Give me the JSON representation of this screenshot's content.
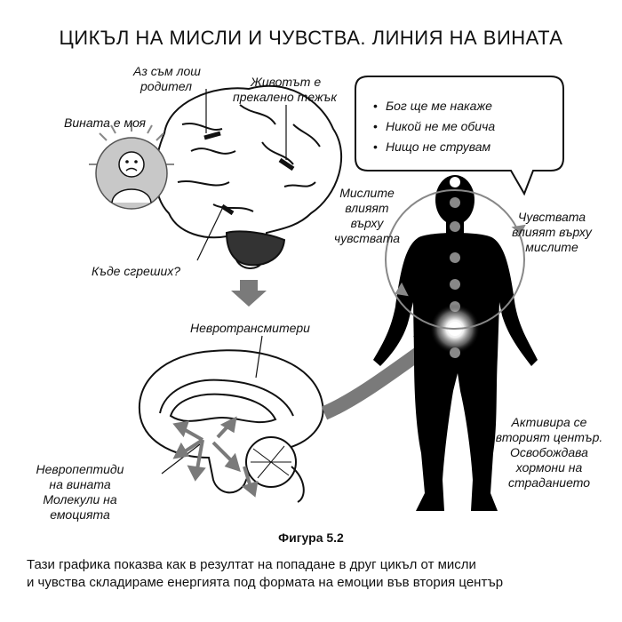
{
  "title": "ЦИКЪЛ НА МИСЛИ И ЧУВСТВА. ЛИНИЯ НА ВИНАТА",
  "brain_labels": {
    "bad_parent": [
      "Аз съм лош",
      "родител"
    ],
    "life_hard": [
      "Животът е",
      "прекалено тежък"
    ],
    "guilt_mine": "Вината е моя",
    "where_wrong": "Къде сгреших?"
  },
  "neurotransmitters": "Невротрансмитери",
  "thought_bubble": [
    "Бог ще ме накаже",
    "Никой не ме обича",
    "Нищо не струвам"
  ],
  "thoughts_affect": [
    "Мислите",
    "влияят",
    "върху",
    "чувствата"
  ],
  "feelings_affect": [
    "Чувствата",
    "влияят върху",
    "мислите"
  ],
  "neuropeptides": [
    "Невропептиди",
    "на вината",
    "Молекули на",
    "емоцията"
  ],
  "second_center": [
    "Активира се",
    "вторият център.",
    "Освобождава",
    "хормони на",
    "страданието"
  ],
  "figure_label": "Фигура 5.2",
  "caption": [
    "Тази графика показва как в резултат на попадане в друг цикъл от мисли",
    "и чувства складираме енергията под формата на емоции във втория център"
  ],
  "colors": {
    "ink": "#111111",
    "arrow_gray": "#7a7a7a",
    "face_gray": "#c8c8c8",
    "body": "#000000"
  }
}
